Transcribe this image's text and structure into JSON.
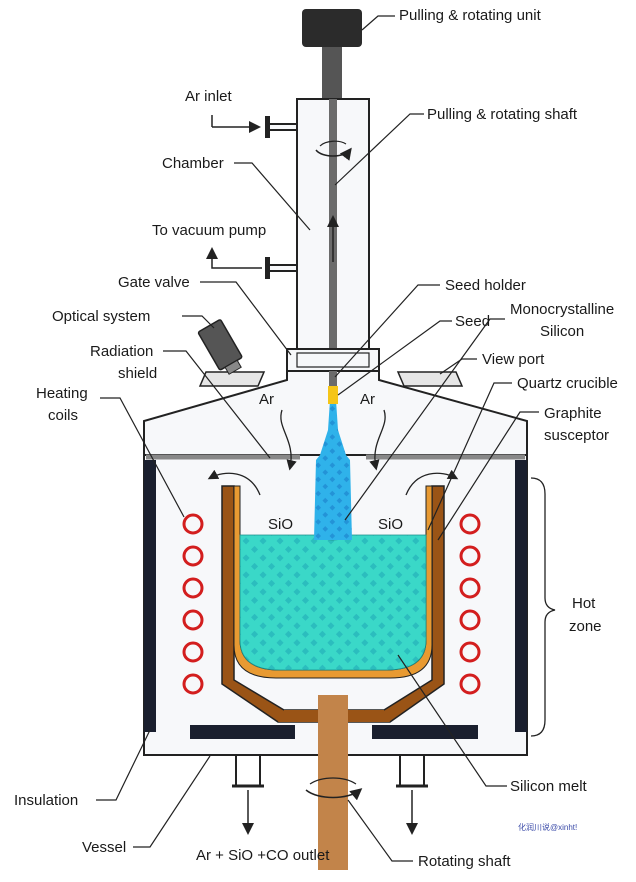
{
  "labels": {
    "pulling_rotating_unit": "Pulling  & rotating unit",
    "ar_inlet": "Ar inlet",
    "pulling_rotating_shaft": "Pulling  & rotating shaft",
    "chamber": "Chamber",
    "to_vacuum_pump": "To vacuum pump",
    "gate_valve": "Gate valve",
    "seed_holder": "Seed holder",
    "seed": "Seed",
    "monocrystalline_1": "Monocrystalline",
    "monocrystalline_2": "Silicon",
    "optical_system": "Optical system",
    "radiation_shield_1": "Radiation",
    "radiation_shield_2": "shield",
    "view_port": "View port",
    "heating_coils_1": "Heating",
    "heating_coils_2": "coils",
    "quartz_crucible": "Quartz crucible",
    "graphite_susceptor_1": "Graphite",
    "graphite_susceptor_2": "susceptor",
    "hot_zone_1": "Hot",
    "hot_zone_2": "zone",
    "insulation": "Insulation",
    "silicon_melt": "Silicon melt",
    "vessel": "Vessel",
    "outlet": "Ar + SiO +CO outlet",
    "rotating_shaft": "Rotating shaft"
  },
  "inner_labels": {
    "ar_left": "Ar",
    "ar_right": "Ar",
    "sio_left": "SiO",
    "sio_right": "SiO"
  },
  "watermark": "化润川说@xinht!",
  "colors": {
    "outline": "#222222",
    "dark_unit": "#2b2b2b",
    "shaft": "#6b6b6b",
    "insulation": "#1a1f2e",
    "melt": "#35d3c4",
    "crystal": "#2aa7e0",
    "crucible": "#e89a32",
    "susceptor": "#9a5416",
    "coil": "#d31e1e",
    "rotating_shaft": "#c2844a",
    "seed": "#f5c518",
    "body_fill": "#f7f8fa"
  }
}
